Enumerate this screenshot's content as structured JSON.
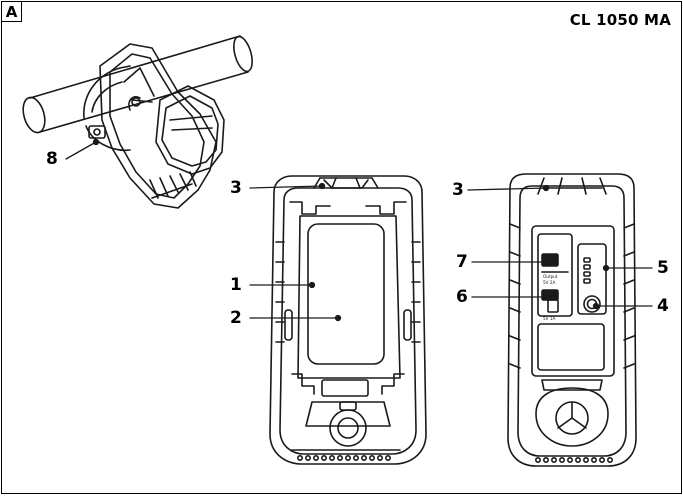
{
  "panel": {
    "letter": "A",
    "model": "CL 1050 MA"
  },
  "callouts": {
    "c1": "1",
    "c2": "2",
    "c3_left": "3",
    "c3_right": "3",
    "c4": "4",
    "c5": "5",
    "c6": "6",
    "c7": "7",
    "c8": "8"
  },
  "labels": {
    "output": "Output",
    "output_spec": "5V 2A",
    "input_spec": "5V 1A"
  },
  "colors": {
    "line": "#1a1a1a",
    "shade": "#9a9a9a"
  }
}
